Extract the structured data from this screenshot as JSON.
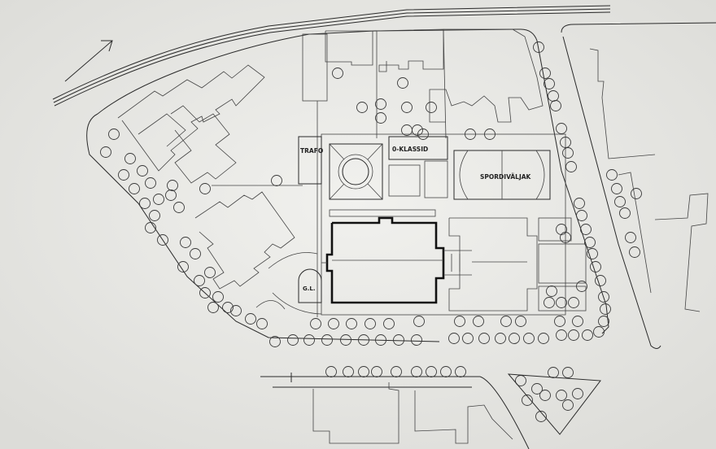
{
  "labels": {
    "trafo": "TRAFO",
    "zero_klassid": "0-KLASSID",
    "spordivaljak": "SPORDIVÄLJAK",
    "gl": "G.L."
  },
  "colors": {
    "paper": "#ebebe8",
    "ink": "#2a2a2a"
  },
  "icons": {
    "north_arrow": "north-arrow-icon"
  }
}
